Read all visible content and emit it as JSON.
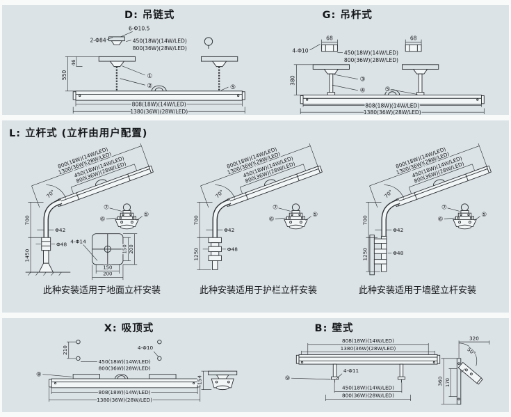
{
  "sections": {
    "chain": {
      "title": "D: 吊链式",
      "holes_top": "6-Φ10.5",
      "holes_side": "2-Φ84",
      "span_450": "450(18W)(14W/LED)",
      "span_800": "800(36W)(28W/LED)",
      "dim_550": "550",
      "dim_46": "46",
      "callout_1": "①",
      "callout_2": "②",
      "callout_5": "⑤",
      "len_808": "808(18W)(14W/LED)",
      "len_1380": "1380(36W)(28W/LED)"
    },
    "rod": {
      "title": "G: 吊杆式",
      "holes": "4-Φ10",
      "dim_68": "68",
      "span_450": "450(18W)(14W/LED)",
      "span_800": "800(36W)(28W/LED)",
      "dim_380": "380",
      "callout_3": "③",
      "callout_4": "④",
      "callout_5": "⑤",
      "len_808": "808(18W)(14W/LED)",
      "len_1380": "1380(36W)(28W/LED)"
    },
    "pole": {
      "title": "L: 立杆式 (立杆由用户配置)",
      "arm_800": "800(18W)(14W/LED)",
      "arm_1300": "1300(36W)(28W/LED)",
      "lamp_450": "450(18W)(14W/LED)",
      "lamp_800": "800(36W)(28W/LED)",
      "angle_70": "70°",
      "dim_700": "700",
      "dia_42": "Φ42",
      "dia_48": "Φ48",
      "callout_7": "⑦",
      "callout_6": "⑥",
      "callout_5": "⑤",
      "ground": {
        "dim_bottom": "1450",
        "base_holes": "4-Φ14",
        "base_150": "150",
        "base_200": "200",
        "caption": "此种安装适用于地面立杆安装"
      },
      "rail": {
        "dim_bottom": "1250",
        "caption": "此种安装适用于护栏立杆安装"
      },
      "wall": {
        "dim_bottom": "1250",
        "caption": "此种安装适用于墙壁立杆安装"
      }
    },
    "ceiling": {
      "title": "X: 吸顶式",
      "dim_210": "210",
      "holes": "4-Φ10",
      "span_450": "450(18W)(14W/LED)",
      "span_800": "800(36W)(28W/LED)",
      "callout_8": "⑧",
      "len_808": "808(18W)(14W/LED)",
      "len_1380": "1380(36W)(28W/LED)",
      "dim_154": "154"
    },
    "wallmount": {
      "title": "B: 壁式",
      "len_808": "808(18W)(14W/LED)",
      "len_1380": "1380(36W)(28W/LED)",
      "holes": "4-Φ11",
      "callout_9": "⑨",
      "span_450": "450(18W)(14W/LED)",
      "span_800": "800(36W)(28W/LED)",
      "dim_320": "320",
      "angle_50": "50°",
      "dim_360": "360",
      "dim_170": "170"
    }
  },
  "colors": {
    "panel_bg": "#dce3e7",
    "line": "#2e3336",
    "page_bg": "#f8fafa"
  }
}
